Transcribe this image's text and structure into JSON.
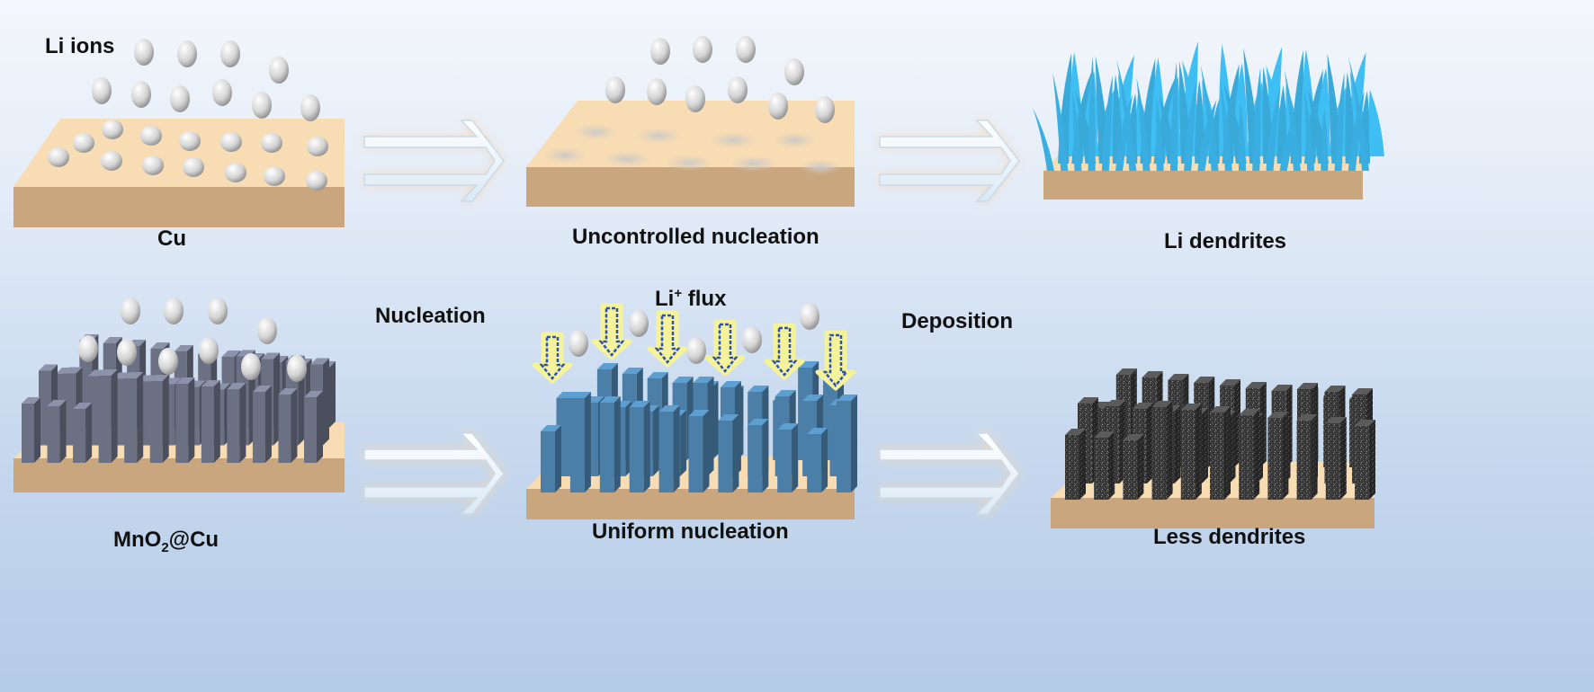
{
  "labels": {
    "li_ions": "Li ions",
    "cu": "Cu",
    "uncontrolled_nucleation": "Uncontrolled nucleation",
    "li_dendrites": "Li dendrites",
    "nucleation": "Nucleation",
    "li_flux_base": "Li",
    "li_flux_sup": "+",
    "li_flux_rest": " flux",
    "deposition": "Deposition",
    "mno2_a": "MnO",
    "mno2_sub": "2",
    "mno2_b": "@Cu",
    "uniform_nucleation": "Uniform nucleation",
    "less_dendrites": "Less dendrites"
  },
  "colors": {
    "substrate_top": "#f7dcb4",
    "substrate_front": "#c9a67e",
    "pillar_gray": "#6b7083",
    "pillar_blue": "#4b7fa8",
    "pillar_dark": "#3a3a3a",
    "dendrite": "#3aaee0",
    "arrow": "#eef5fb",
    "flux_highlight": "#f4f39a",
    "flux_arrow": "#2e4fb3"
  },
  "icons": [
    "li-ion-sphere-icon",
    "process-arrow-icon",
    "flux-arrow-icon"
  ]
}
